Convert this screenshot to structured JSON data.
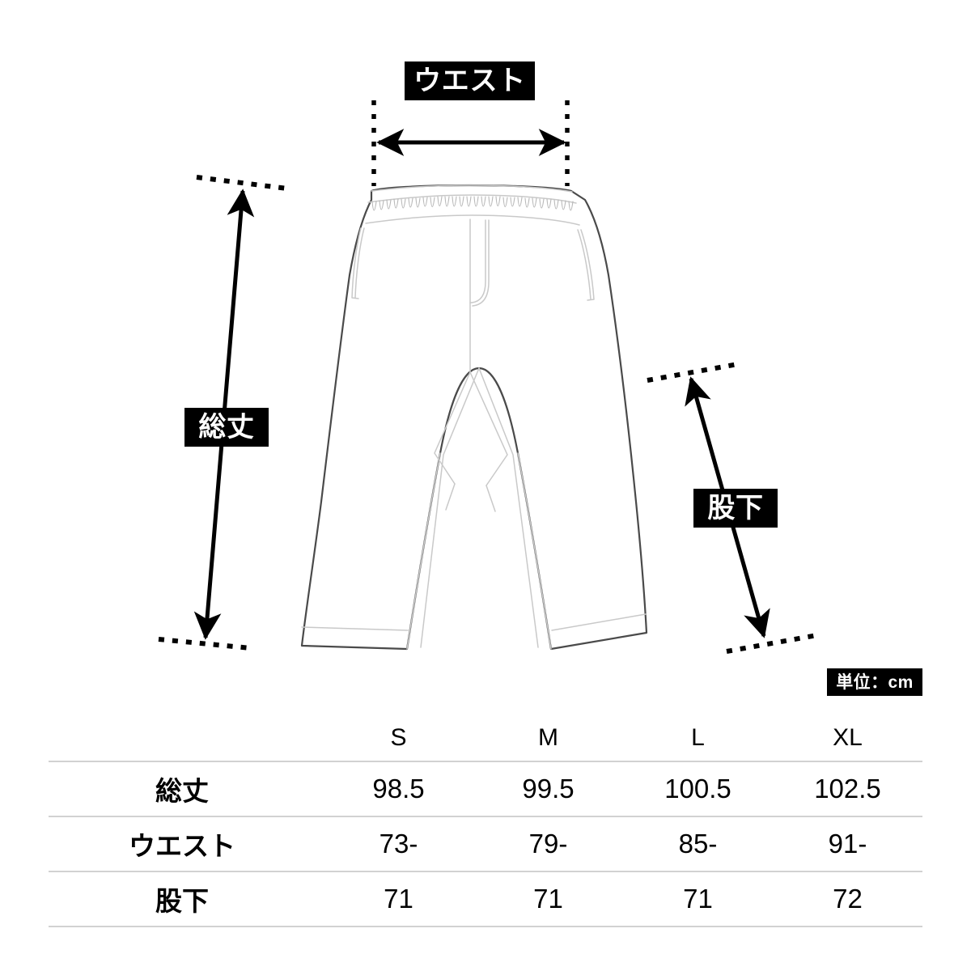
{
  "diagram": {
    "title": "pants-size-diagram",
    "labels": {
      "waist": "ウエスト",
      "total_length": "総丈",
      "inseam": "股下",
      "unit": "単位：cm"
    },
    "measurement_arrows": [
      {
        "name": "waist-arrow",
        "direction": "horizontal",
        "double_headed": true
      },
      {
        "name": "total-length-arrow",
        "direction": "vertical",
        "double_headed": true
      },
      {
        "name": "inseam-arrow",
        "direction": "vertical",
        "double_headed": true
      }
    ],
    "garment": "pants",
    "colors": {
      "chip_background": "#000000",
      "chip_text": "#ffffff",
      "outline": "#4a4a4a",
      "detail_line": "#c8c8c8",
      "table_rule": "#d2d2d2",
      "background": "#ffffff"
    }
  },
  "table": {
    "corner_header": "",
    "size_headers": [
      "S",
      "M",
      "L",
      "XL"
    ],
    "rows": [
      {
        "label": "総丈",
        "values": [
          "98.5",
          "99.5",
          "100.5",
          "102.5"
        ]
      },
      {
        "label": "ウエスト",
        "values": [
          "73-",
          "79-",
          "85-",
          "91-"
        ]
      },
      {
        "label": "股下",
        "values": [
          "71",
          "71",
          "71",
          "72"
        ]
      }
    ]
  }
}
